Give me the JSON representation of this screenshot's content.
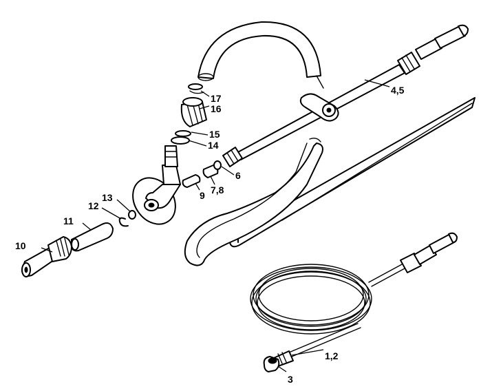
{
  "callouts": {
    "c1_2": "1,2",
    "c3": "3",
    "c4_5": "4,5",
    "c6": "6",
    "c7_8": "7,8",
    "c9": "9",
    "c10": "10",
    "c11": "11",
    "c12": "12",
    "c13": "13",
    "c14": "14",
    "c15": "15",
    "c16": "16",
    "c17": "17"
  }
}
